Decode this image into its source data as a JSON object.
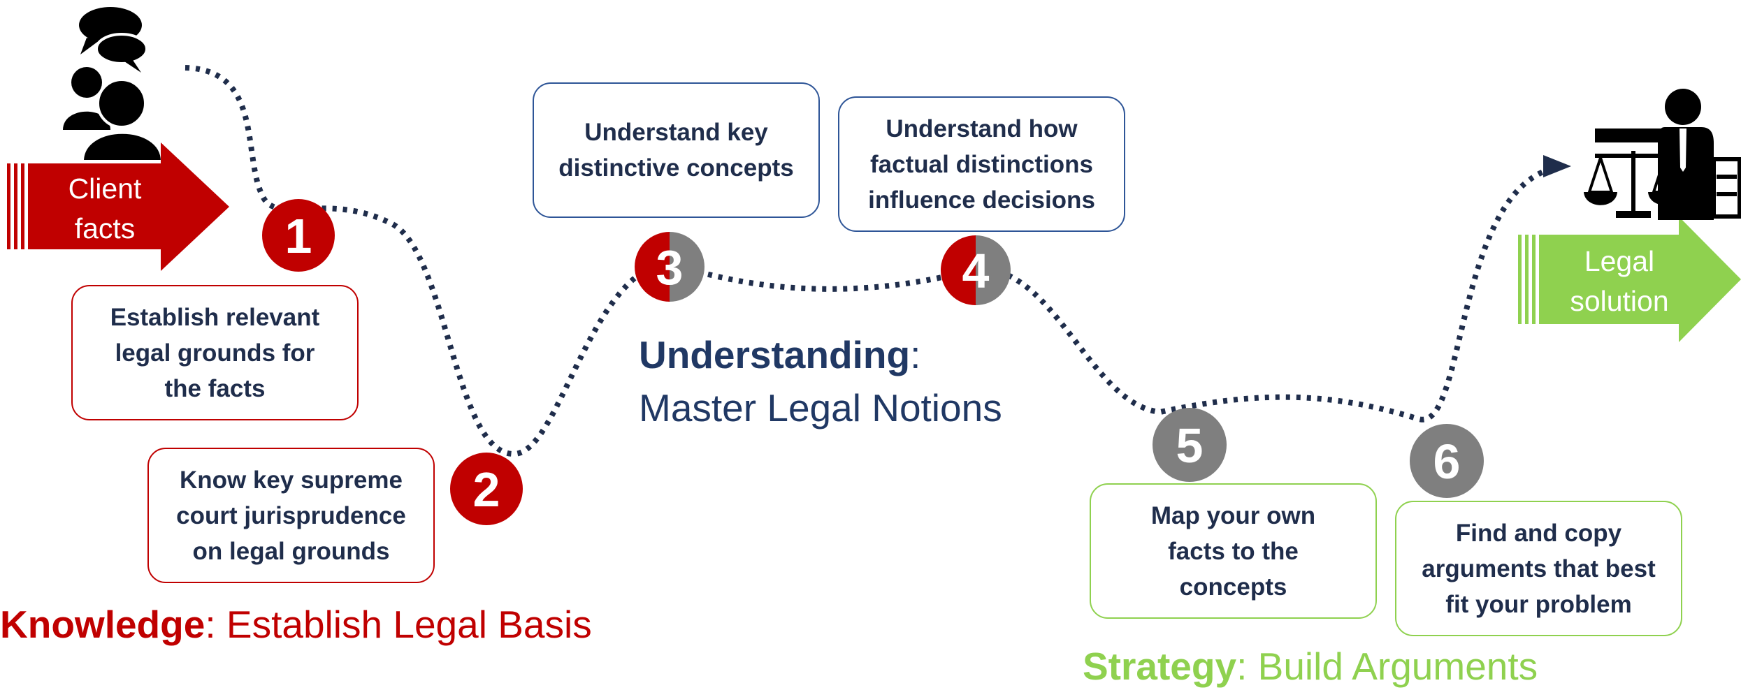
{
  "colors": {
    "red": "#c00000",
    "navy": "#203864",
    "green": "#8fd14f",
    "gray": "#7f7f7f",
    "dark": "#1f2d4b"
  },
  "start": {
    "label": "Client\nfacts",
    "icon": "people-speech-icon"
  },
  "end": {
    "label": "Legal\nsolution",
    "icon": "judge-scales-icon"
  },
  "steps": [
    {
      "number": "1",
      "text": "Establish relevant\nlegal grounds for\nthe facts",
      "phase": "knowledge"
    },
    {
      "number": "2",
      "text": "Know key supreme\ncourt jurisprudence\non legal grounds",
      "phase": "knowledge"
    },
    {
      "number": "3",
      "text": "Understand key\ndistinctive concepts",
      "phase": "understanding"
    },
    {
      "number": "4",
      "text": "Understand how\nfactual distinctions\ninfluence decisions",
      "phase": "understanding"
    },
    {
      "number": "5",
      "text": "Map your own\nfacts to the\nconcepts",
      "phase": "strategy"
    },
    {
      "number": "6",
      "text": "Find and copy\narguments that best\nfit your problem",
      "phase": "strategy"
    }
  ],
  "phases": {
    "knowledge": {
      "bold": "Knowledge",
      "rest": ": Establish Legal Basis"
    },
    "understanding": {
      "bold": "Understanding",
      "colon": ":",
      "rest": "Master Legal Notions"
    },
    "strategy": {
      "bold": "Strategy",
      "rest": ": Build Arguments"
    }
  }
}
